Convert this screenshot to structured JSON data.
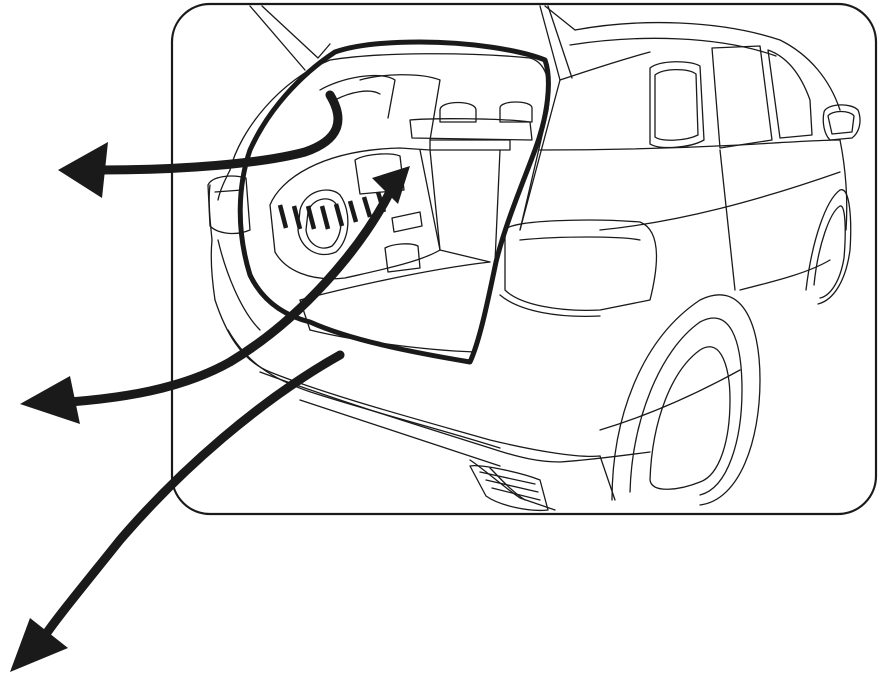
{
  "colors": {
    "ink": "#1a1a1a",
    "background": "#ffffff"
  },
  "figure": {
    "subject": "suv-rear-open-tailgate",
    "arrow_icon": "curved-arrow-icon",
    "callouts": [
      {
        "name": "upper-left-arrow",
        "target": "tailgate-opening"
      },
      {
        "name": "middle-left-arrow",
        "target": "cargo-side-compartment"
      },
      {
        "name": "lower-left-arrow",
        "target": "rear-bumper"
      }
    ]
  }
}
